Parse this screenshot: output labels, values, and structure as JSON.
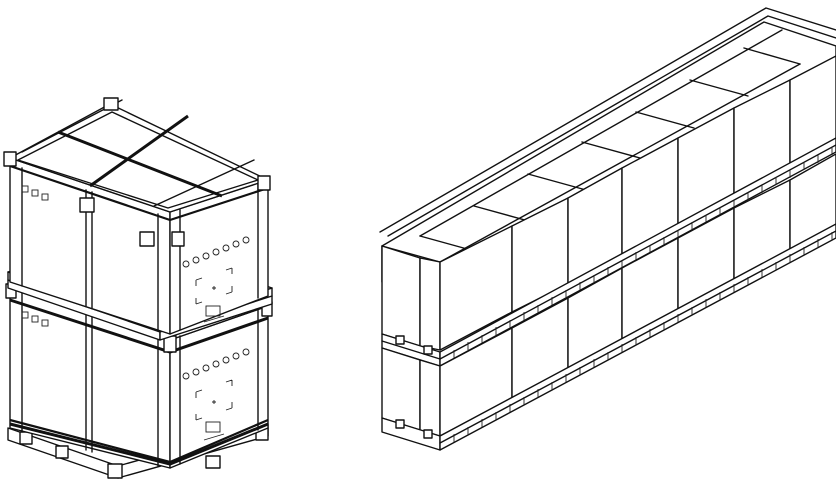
{
  "figure": {
    "left_item": "stacked-crates",
    "right_item": "container-load",
    "crate_count": 2,
    "top_layer_units": 8,
    "bottom_layer_units": 8,
    "line_color": "#111111",
    "background": "#ffffff"
  }
}
